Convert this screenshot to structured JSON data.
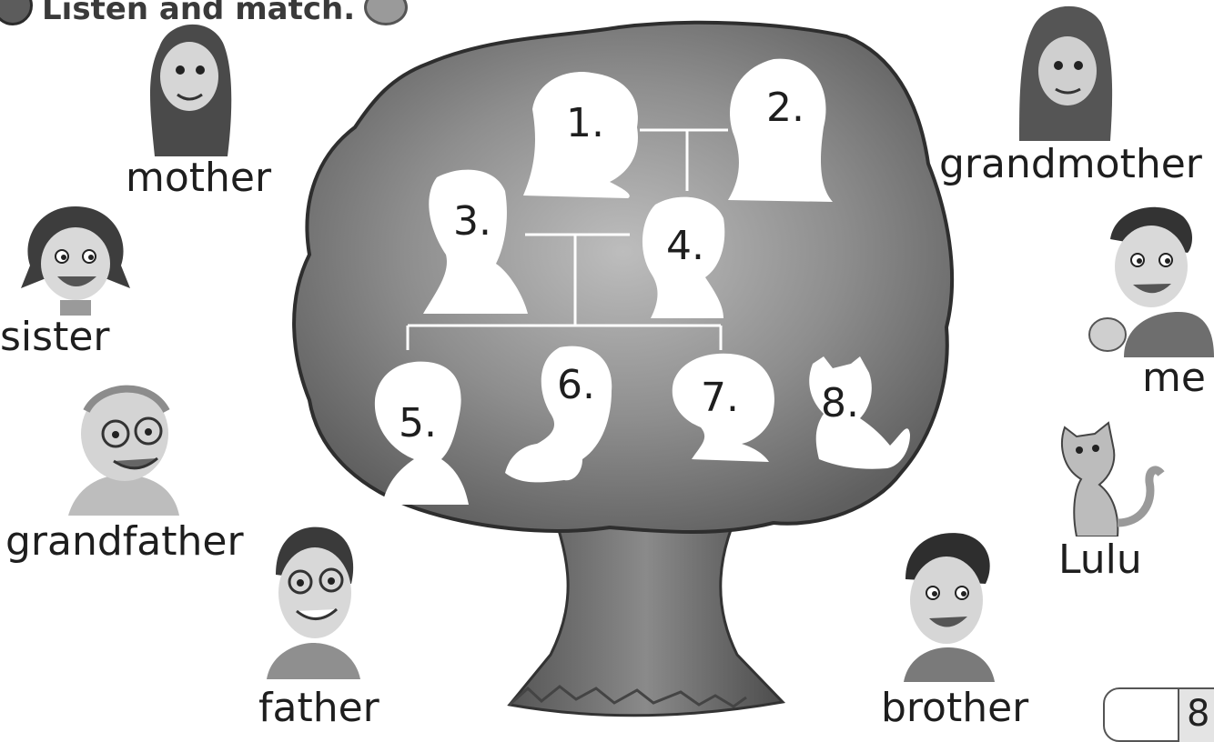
{
  "heading": {
    "text": "Listen and match."
  },
  "labels": {
    "mother": "mother",
    "sister": "sister",
    "grandfather": "grandfather",
    "father": "father",
    "grandmother": "grandmother",
    "me": "me",
    "lulu": "Lulu",
    "brother": "brother"
  },
  "slots": [
    "1.",
    "2.",
    "3.",
    "4.",
    "5.",
    "6.",
    "7.",
    "8."
  ],
  "page": {
    "number": "8"
  }
}
